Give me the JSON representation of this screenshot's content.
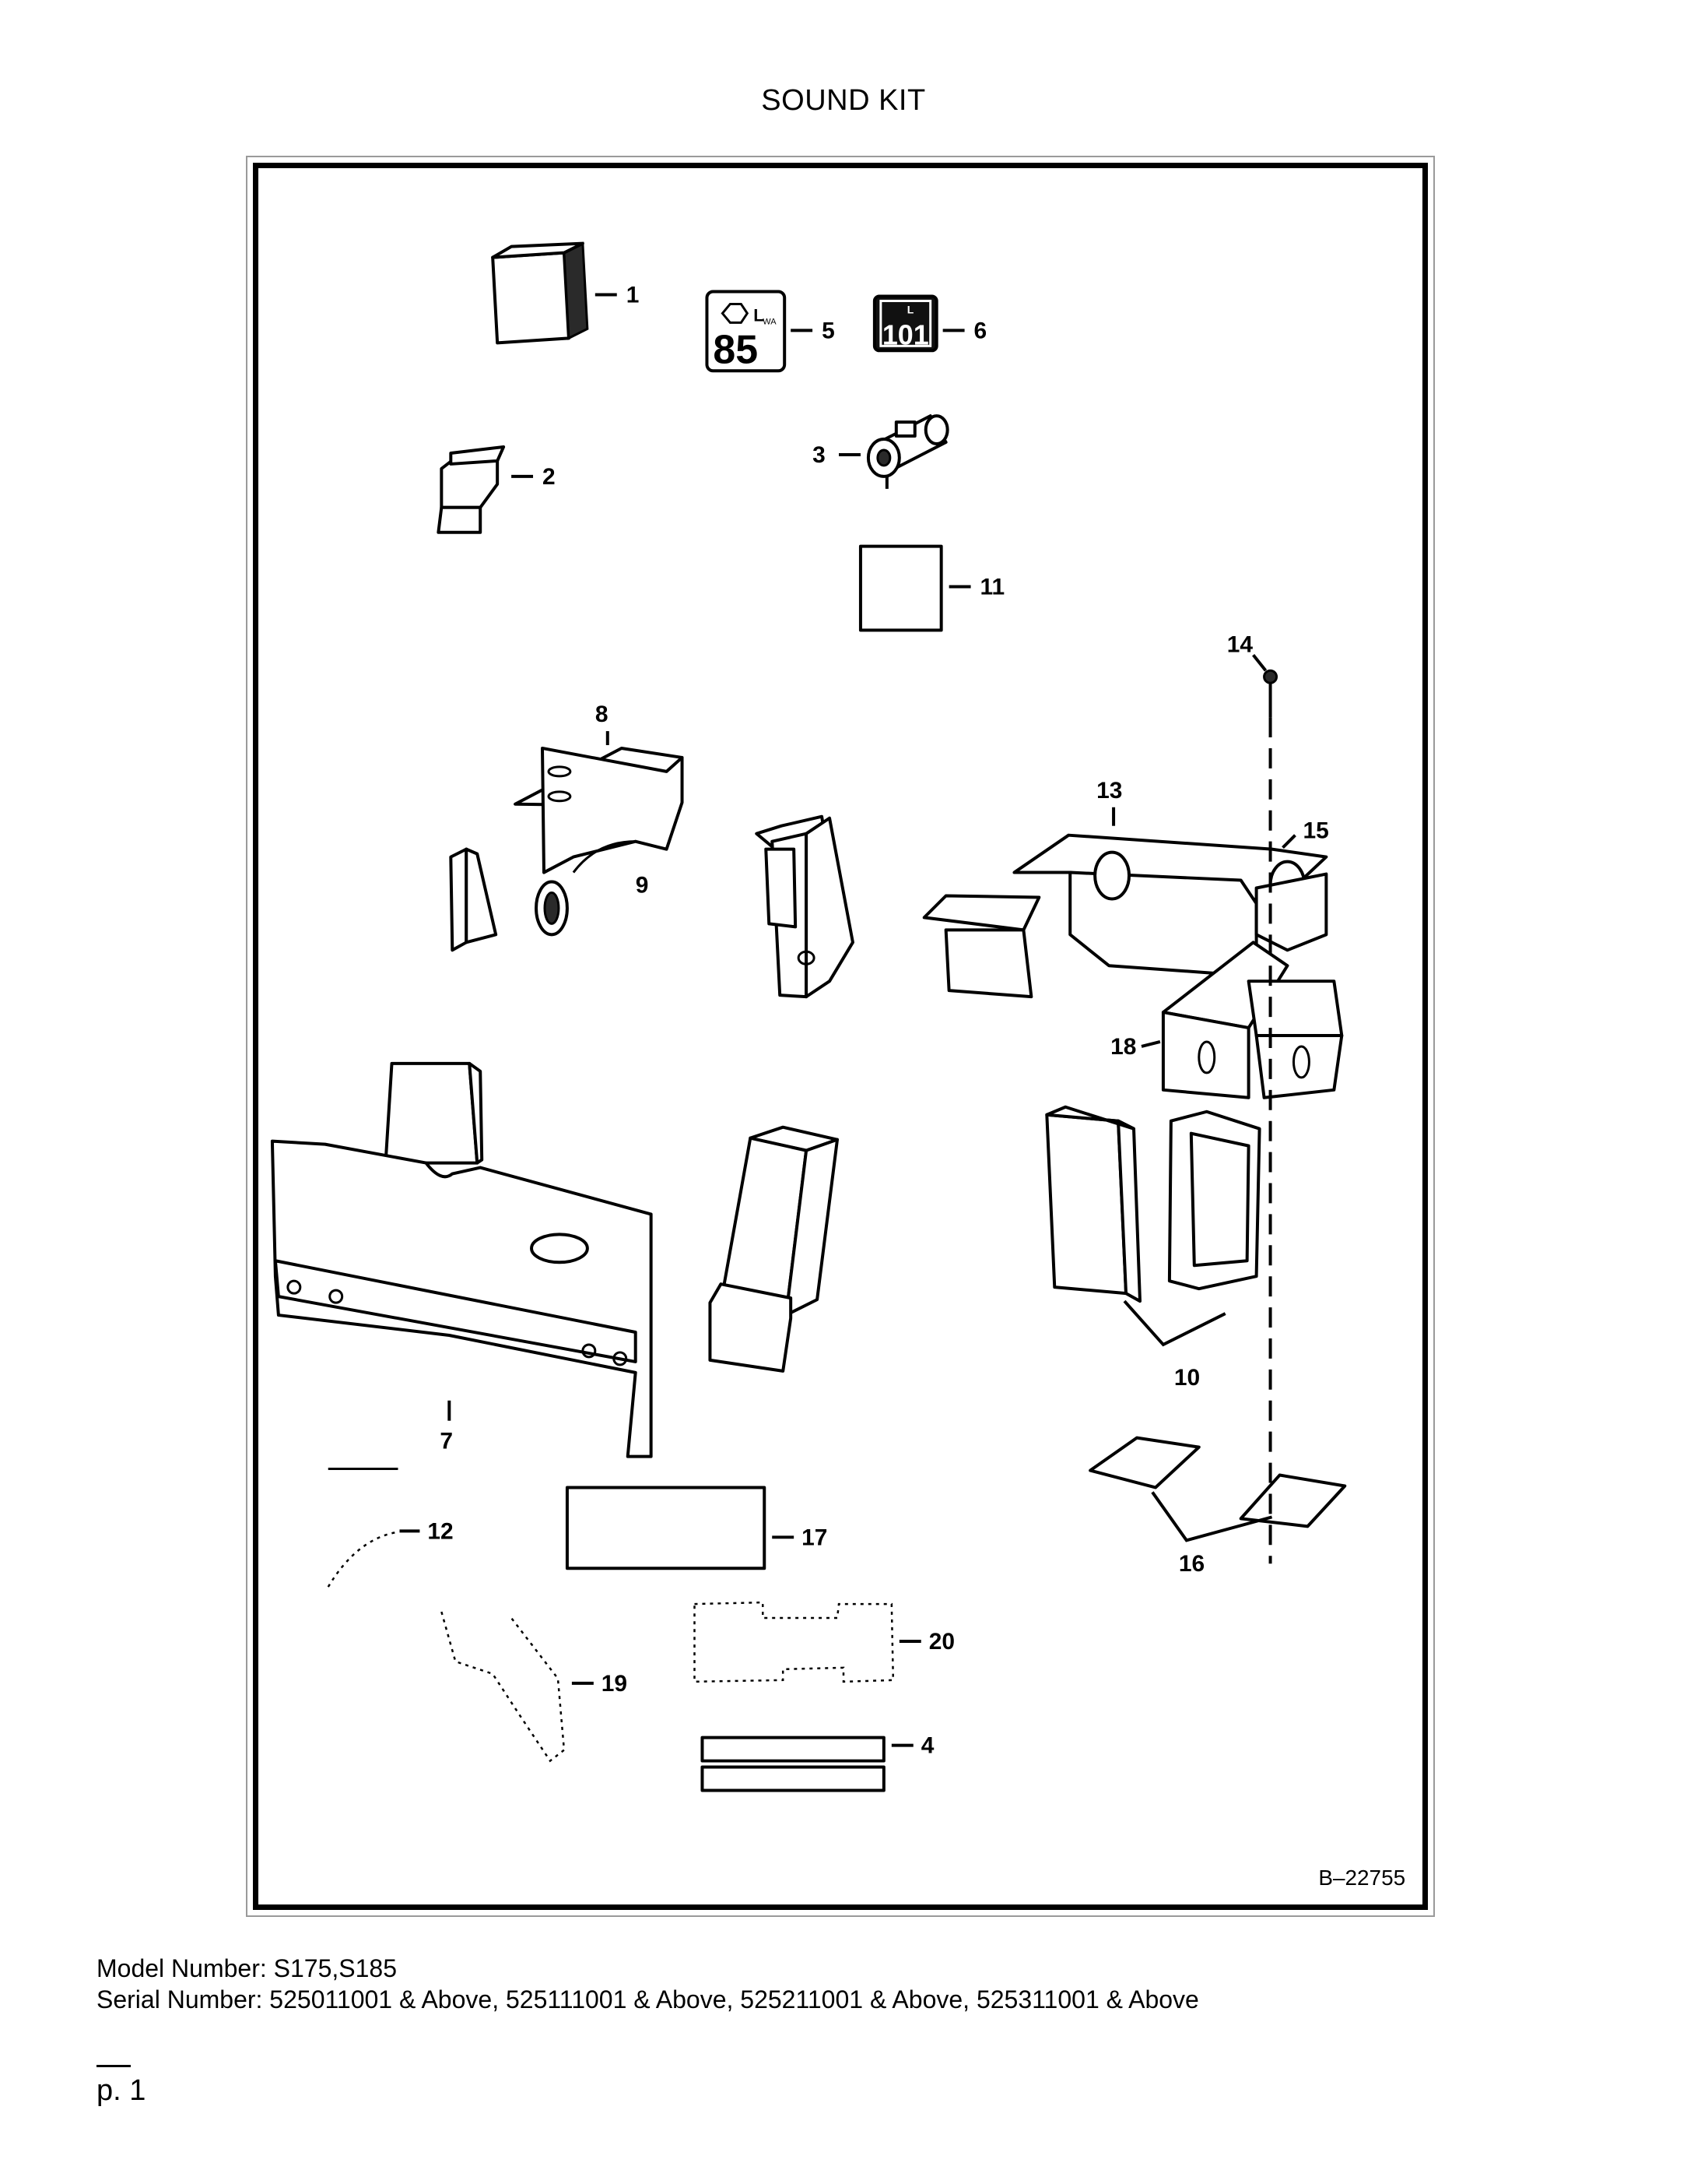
{
  "page": {
    "title": "SOUND KIT",
    "model_line": "Model Number: S175,S185",
    "serial_line": "Serial Number: 525011001 & Above, 525111001 & Above, 525211001 & Above, 525311001 & Above",
    "page_number": "p. 1"
  },
  "figure": {
    "figure_id": "B–22755",
    "label_5": "85",
    "label_6": "101",
    "label_unit": "L",
    "label_unit_sub": "WA"
  },
  "callouts": {
    "c1": "1",
    "c2": "2",
    "c3": "3",
    "c4": "4",
    "c5": "5",
    "c6": "6",
    "c7": "7",
    "c8": "8",
    "c9": "9",
    "c10": "10",
    "c11": "11",
    "c12": "12",
    "c13": "13",
    "c14": "14",
    "c15": "15",
    "c16": "16",
    "c17": "17",
    "c18": "18",
    "c19": "19",
    "c20": "20"
  }
}
